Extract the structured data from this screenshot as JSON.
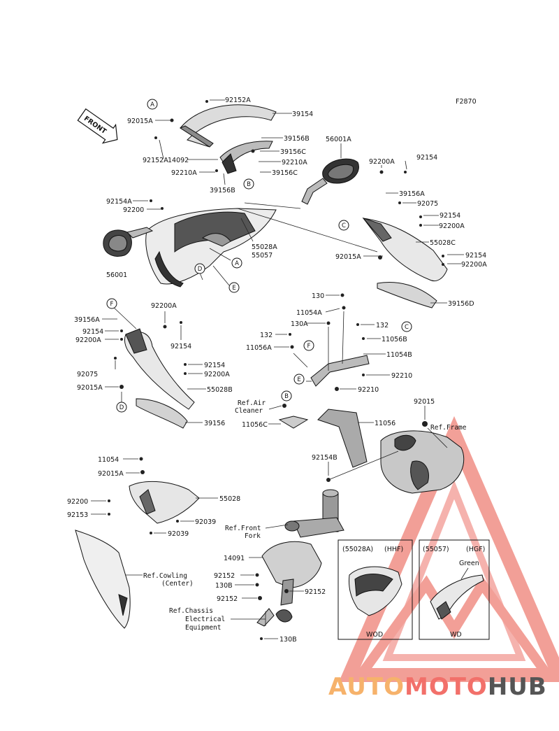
{
  "diagram_code": "F2870",
  "front_label": "FRONT",
  "watermark": {
    "part1": "AUTO",
    "part2": "MOTO",
    "part3": "HUB",
    "color1": "#f6b26b",
    "color2": "#f2706a",
    "color3": "#555555"
  },
  "callouts": {
    "a1": "A",
    "a2": "A",
    "b1": "B",
    "b2": "B",
    "c1": "C",
    "c2": "C",
    "d1": "D",
    "d2": "D",
    "e1": "E",
    "e2": "E",
    "f1": "F",
    "f2": "F"
  },
  "labels": {
    "l92152a_top": "92152A",
    "l39154": "39154",
    "l92015a_1": "92015A",
    "l39156b_1": "39156B",
    "l39156c_1": "39156C",
    "l14092": "14092",
    "l92210a_1": "92210A",
    "l92152a_2": "92152A",
    "l92210a_2": "92210A",
    "l39156c_2": "39156C",
    "l39156b_2": "39156B",
    "l56001a": "56001A",
    "l92200a_1": "92200A",
    "l92154_1": "92154",
    "l39156a_1": "39156A",
    "l92075_1": "92075",
    "l92154_2": "92154",
    "l92200a_2": "92200A",
    "l55028c": "55028C",
    "l92015a_2": "92015A",
    "l92154_3": "92154",
    "l92200a_3": "92200A",
    "l39156d": "39156D",
    "l92154a": "92154A",
    "l92200": "92200",
    "l55028a": "55028A",
    "l55057": "55057",
    "l56001": "56001",
    "l92200a_4": "92200A",
    "l39156a_2": "39156A",
    "l92154_4": "92154",
    "l92200a_5": "92200A",
    "l92154_5": "92154",
    "l92075_2": "92075",
    "l92154_6": "92154",
    "l92200a_6": "92200A",
    "l92015a_3": "92015A",
    "l55028b": "55028B",
    "l39156": "39156",
    "l130_1": "130",
    "l11054a": "11054A",
    "l130a": "130A",
    "l132_1": "132",
    "l132_2": "132",
    "l11056b": "11056B",
    "l11056a": "11056A",
    "l11054b": "11054B",
    "l92210_1": "92210",
    "l92210_2": "92210",
    "l_ref_air1": "Ref.Air",
    "l_ref_air2": "Cleaner",
    "l11056c": "11056C",
    "l11056": "11056",
    "l92015": "92015",
    "l_ref_frame": "Ref.Frame",
    "l92154b": "92154B",
    "l11054": "11054",
    "l92015a_4": "92015A",
    "l55028": "55028",
    "l92200_2": "92200",
    "l92153": "92153",
    "l92039_1": "92039",
    "l92039_2": "92039",
    "l_ref_cowl1": "Ref.Cowling",
    "l_ref_cowl2": "(Center)",
    "l_ref_fork1": "Ref.Front",
    "l_ref_fork2": "Fork",
    "l14091": "14091",
    "l92152_1": "92152",
    "l130b_1": "130B",
    "l92152_2": "92152",
    "l92152_3": "92152",
    "l_ref_chassis1": "Ref.Chassis",
    "l_ref_chassis2": "Electrical",
    "l_ref_chassis3": "Equipment",
    "l130b_2": "130B"
  },
  "insets": {
    "left_title": "(55028A)",
    "left_tag": "(HHF)",
    "left_footer": "WOD",
    "right_title": "(55057)",
    "right_tag": "(HGF)",
    "right_color": "Green",
    "right_footer": "WD"
  }
}
